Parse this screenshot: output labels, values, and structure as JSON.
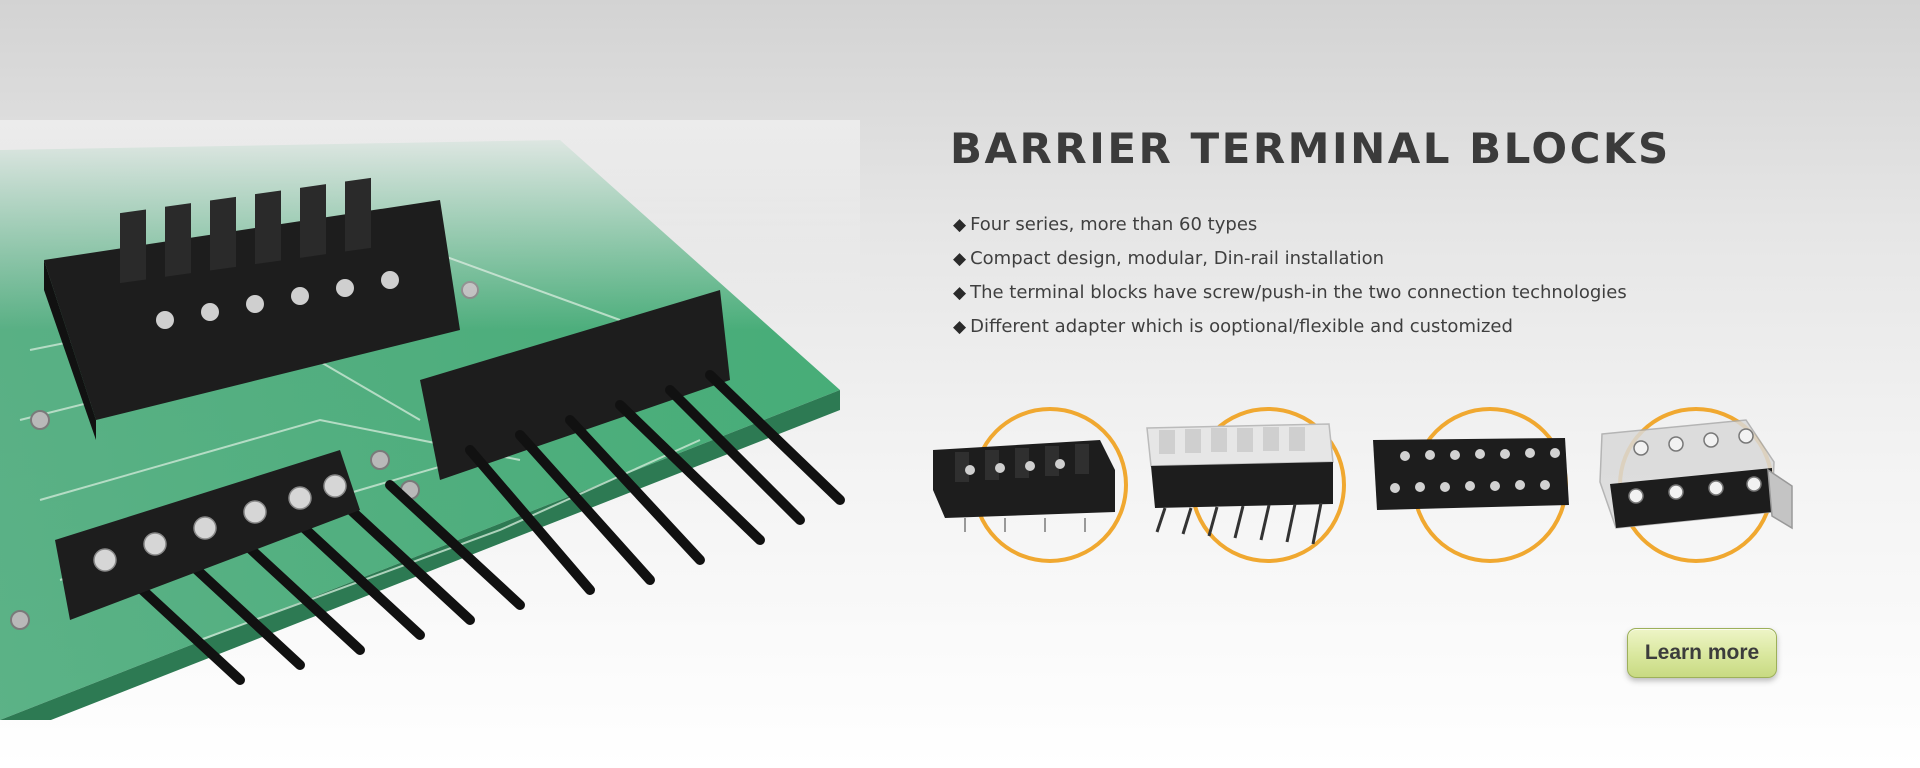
{
  "banner": {
    "title": "BARRIER TERMINAL BLOCKS",
    "bullet_glyph": "◆",
    "features": [
      "Four series, more than 60 types",
      "Compact design, modular, Din-rail installation",
      "The terminal blocks have screw/push-in the two connection technologies",
      "Different adapter which is ooptional/flexible and customized"
    ],
    "cta_label": "Learn more"
  },
  "colors": {
    "ring": "#f0a830",
    "pcb_green": "#3fa572",
    "block_black": "#1d1d1d",
    "button_green": "#d9e79e",
    "title_text": "#3b3b3b"
  },
  "products": [
    {
      "icon": "single-row-barrier-block-icon"
    },
    {
      "icon": "covered-pcb-barrier-block-icon"
    },
    {
      "icon": "double-row-barrier-block-icon"
    },
    {
      "icon": "din-rail-barrier-block-icon"
    }
  ]
}
